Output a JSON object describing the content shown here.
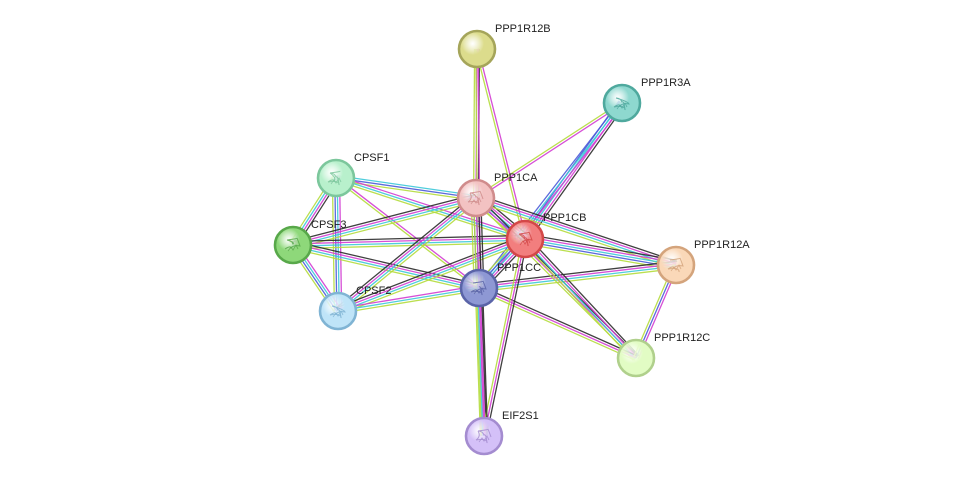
{
  "nodes": [
    {
      "id": "PPP1R12B",
      "label": "PPP1R12B",
      "fill": "#dcdc8c",
      "stroke": "#a5a55a",
      "structure": false
    },
    {
      "id": "PPP1R3A",
      "label": "PPP1R3A",
      "fill": "#8ed8cf",
      "stroke": "#4fa99e",
      "structure": true
    },
    {
      "id": "CPSF1",
      "label": "CPSF1",
      "fill": "#b8f0cc",
      "stroke": "#7cc79c",
      "structure": true
    },
    {
      "id": "PPP1CA",
      "label": "PPP1CA",
      "fill": "#f3c2c2",
      "stroke": "#d08c8c",
      "structure": true
    },
    {
      "id": "PPP1CB",
      "label": "PPP1CB",
      "fill": "#f27e7e",
      "stroke": "#d44848",
      "structure": true
    },
    {
      "id": "CPSF3",
      "label": "CPSF3",
      "fill": "#8ed87a",
      "stroke": "#58a84a",
      "structure": true
    },
    {
      "id": "PPP1R12A",
      "label": "PPP1R12A",
      "fill": "#fad8b8",
      "stroke": "#d4a47c",
      "structure": true
    },
    {
      "id": "PPP1CC",
      "label": "PPP1CC",
      "fill": "#8e98d4",
      "stroke": "#5a64a8",
      "structure": true
    },
    {
      "id": "CPSF2",
      "label": "CPSF2",
      "fill": "#bfe4f8",
      "stroke": "#80b4d4",
      "structure": true
    },
    {
      "id": "PPP1R12C",
      "label": "PPP1R12C",
      "fill": "#e2fcc4",
      "stroke": "#b0d08c",
      "structure": false
    },
    {
      "id": "EIF2S1",
      "label": "EIF2S1",
      "fill": "#d4c0f8",
      "stroke": "#a48cd0",
      "structure": true
    }
  ],
  "edges": [
    {
      "source": "PPP1R12B",
      "target": "PPP1CA",
      "types": [
        "black",
        "magenta",
        "yellow"
      ]
    },
    {
      "source": "PPP1R12B",
      "target": "PPP1CB",
      "types": [
        "magenta",
        "yellow"
      ]
    },
    {
      "source": "PPP1R12B",
      "target": "PPP1CC",
      "types": [
        "magenta",
        "yellow"
      ]
    },
    {
      "source": "PPP1R3A",
      "target": "PPP1CA",
      "types": [
        "magenta",
        "yellow"
      ]
    },
    {
      "source": "PPP1R3A",
      "target": "PPP1CB",
      "types": [
        "black",
        "magenta",
        "cyan",
        "blue"
      ]
    },
    {
      "source": "PPP1R3A",
      "target": "PPP1CC",
      "types": [
        "magenta",
        "cyan",
        "blue"
      ]
    },
    {
      "source": "CPSF1",
      "target": "PPP1CA",
      "types": [
        "cyan",
        "blue",
        "yellow"
      ]
    },
    {
      "source": "CPSF1",
      "target": "PPP1CB",
      "types": [
        "magenta",
        "cyan",
        "yellow"
      ]
    },
    {
      "source": "CPSF1",
      "target": "PPP1CC",
      "types": [
        "magenta",
        "yellow"
      ]
    },
    {
      "source": "CPSF1",
      "target": "CPSF3",
      "types": [
        "black",
        "magenta",
        "cyan",
        "yellow"
      ]
    },
    {
      "source": "CPSF1",
      "target": "CPSF2",
      "types": [
        "magenta",
        "cyan",
        "blue",
        "yellow"
      ]
    },
    {
      "source": "CPSF3",
      "target": "CPSF2",
      "types": [
        "magenta",
        "cyan",
        "blue",
        "yellow"
      ]
    },
    {
      "source": "CPSF3",
      "target": "PPP1CA",
      "types": [
        "black",
        "magenta",
        "cyan",
        "yellow"
      ]
    },
    {
      "source": "CPSF3",
      "target": "PPP1CB",
      "types": [
        "black",
        "magenta",
        "cyan",
        "yellow"
      ]
    },
    {
      "source": "CPSF3",
      "target": "PPP1CC",
      "types": [
        "black",
        "magenta",
        "cyan",
        "yellow"
      ]
    },
    {
      "source": "CPSF2",
      "target": "PPP1CA",
      "types": [
        "black",
        "magenta",
        "cyan",
        "yellow"
      ]
    },
    {
      "source": "CPSF2",
      "target": "PPP1CB",
      "types": [
        "black",
        "magenta",
        "cyan",
        "yellow"
      ]
    },
    {
      "source": "CPSF2",
      "target": "PPP1CC",
      "types": [
        "magenta",
        "cyan",
        "yellow"
      ]
    },
    {
      "source": "PPP1CA",
      "target": "PPP1CB",
      "types": [
        "black",
        "magenta",
        "cyan",
        "blue",
        "yellow"
      ]
    },
    {
      "source": "PPP1CA",
      "target": "PPP1CC",
      "types": [
        "black",
        "magenta",
        "cyan",
        "blue",
        "yellow"
      ]
    },
    {
      "source": "PPP1CB",
      "target": "PPP1CC",
      "types": [
        "black",
        "magenta",
        "cyan",
        "blue",
        "yellow"
      ]
    },
    {
      "source": "PPP1CA",
      "target": "PPP1R12A",
      "types": [
        "black",
        "magenta",
        "cyan",
        "yellow"
      ]
    },
    {
      "source": "PPP1CB",
      "target": "PPP1R12A",
      "types": [
        "black",
        "magenta",
        "cyan",
        "blue",
        "yellow"
      ]
    },
    {
      "source": "PPP1CC",
      "target": "PPP1R12A",
      "types": [
        "black",
        "magenta",
        "cyan",
        "yellow"
      ]
    },
    {
      "source": "PPP1CA",
      "target": "PPP1R12C",
      "types": [
        "black",
        "magenta",
        "yellow"
      ]
    },
    {
      "source": "PPP1CB",
      "target": "PPP1R12C",
      "types": [
        "black",
        "magenta",
        "cyan",
        "yellow"
      ]
    },
    {
      "source": "PPP1CC",
      "target": "PPP1R12C",
      "types": [
        "black",
        "magenta",
        "yellow"
      ]
    },
    {
      "source": "PPP1R12A",
      "target": "PPP1R12C",
      "types": [
        "magenta",
        "blue",
        "yellow"
      ]
    },
    {
      "source": "PPP1CA",
      "target": "EIF2S1",
      "types": [
        "black",
        "magenta",
        "yellow"
      ]
    },
    {
      "source": "PPP1CB",
      "target": "EIF2S1",
      "types": [
        "black",
        "magenta",
        "yellow"
      ]
    },
    {
      "source": "PPP1CC",
      "target": "EIF2S1",
      "types": [
        "black",
        "magenta",
        "cyan",
        "yellow"
      ]
    }
  ],
  "edge_colors": {
    "black": "#2a2a2a",
    "magenta": "#d23cd2",
    "cyan": "#3cc8d8",
    "blue": "#4a5ad8",
    "yellow": "#b4dc3c"
  }
}
